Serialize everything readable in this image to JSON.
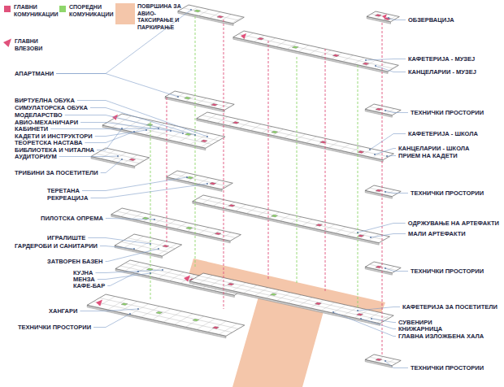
{
  "diagram": {
    "labels": [
      "АПАРТМАНИ",
      "ВИРТУЕЛНА ОБУКА",
      "СИМУЛАТОРСКА ОБУКА",
      "МОДЕЛАРСТВО",
      "АВИО-МЕХАНИЧАРИ",
      "КАБИНЕТИ",
      "КАДЕТИ И ИНСТРУКТОРИ",
      "ТЕОРЕТСКА НАСТАВА",
      "БИБЛИОТЕКА И ЧИТАЛНА",
      "АУДИТОРИУМ",
      "ТРИБИНИ ЗА ПОСЕТИТЕЛИ",
      "ТЕРЕТАНА",
      "РЕКРЕАЦИЈА",
      "ПИЛОТСКА ОПРЕМА",
      "ИГРАЛИШТЕ",
      "ГАРДЕРОБИ И САНИТАРИИ",
      "ЗАТВОРЕН БАЗЕН",
      "КУЈНА",
      "МЕНЗА",
      "КАФЕ-БАР",
      "ХАНГАРИ",
      "ТЕХНИЧКИ ПРОСТОРИИ",
      "ОБЗЕРВАЦИЈА",
      "КАФЕТЕРИЈА - МУЗЕЈ",
      "КАНЦЕЛАРИИ - МУЗЕЈ",
      "ТЕХНИЧКИ ПРОСТОРИИ",
      "КАФЕТЕРИЈА - ШКОЛА",
      "КАНЦЕЛАРИИ - ШКОЛА",
      "ПРИЕМ НА КАДЕТИ",
      "ТЕХНИЧКИ ПРОСТОРИИ",
      "ОДРЖУВАЊЕ НА АРТЕФАКТИ",
      "МАЛИ АРТЕФАКТИ",
      "ТЕХНИЧКИ ПРОСТОРИИ",
      "КАФЕТЕРИЈА ЗА ПОСЕТИТЕЛИ",
      "СУВЕНИРИ",
      "КНИЖАРНИЦА",
      "ГЛАВНА ИЗЛОЖБЕНА ХАЛА",
      "ТЕХНИЧКИ ПРОСТОРИИ"
    ],
    "legend": [
      {
        "text": "ГЛАВНИ КОМУНИКАЦИИ",
        "color": "#e0517b"
      },
      {
        "text": "СПОРЕДНИ КОМУНИКАЦИИ",
        "color": "#8fd66b"
      },
      {
        "text": "ПОВРШИНА ЗА АВИО-ТАКСИРАЊЕ И ПАРКИРАЊЕ",
        "color": "#f4c6aa"
      },
      {
        "text": "ГЛАВНИ ВЛЕЗОВИ"
      }
    ]
  }
}
